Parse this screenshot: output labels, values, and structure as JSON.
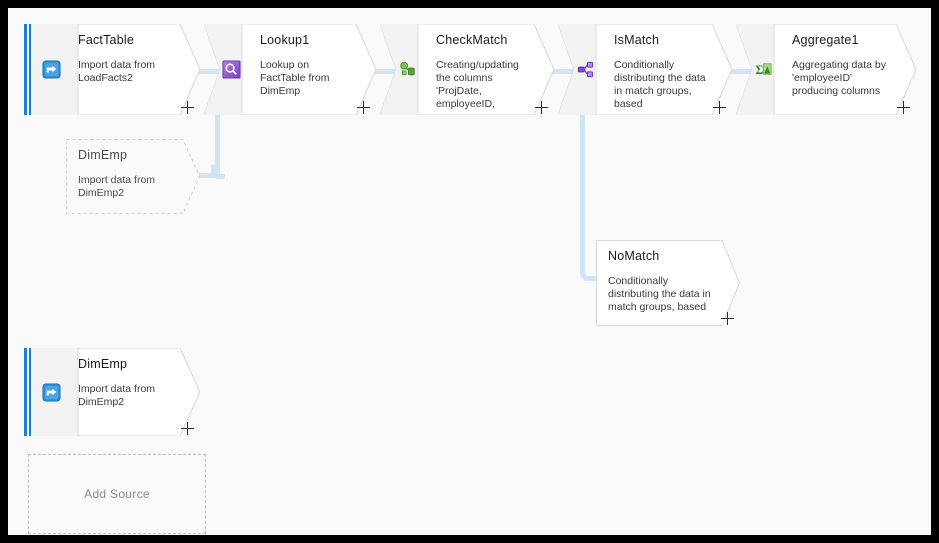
{
  "canvas": {
    "background_color": "#fafafa",
    "frame_color": "#000000",
    "connector_color": "#cfe4f7",
    "accent_color": "#1a7fd4"
  },
  "nodes": [
    {
      "id": "facttable",
      "name": "FactTable",
      "description": "Import data from LoadFacts2",
      "icon": "import-source-icon",
      "kind": "source",
      "state": "active",
      "plus_label": "+"
    },
    {
      "id": "dimemp-ghost",
      "name": "DimEmp",
      "description": "Import data from DimEmp2",
      "icon": "none",
      "kind": "source",
      "state": "ghost",
      "plus_label": ""
    },
    {
      "id": "lookup1",
      "name": "Lookup1",
      "description": "Lookup on FactTable from DimEmp",
      "icon": "lookup-icon",
      "kind": "transform",
      "state": "active",
      "plus_label": "+"
    },
    {
      "id": "checkmatch",
      "name": "CheckMatch",
      "description": "Creating/updating the columns 'ProjDate, employeeID,",
      "icon": "derived-column-icon",
      "kind": "transform",
      "state": "active",
      "plus_label": "+"
    },
    {
      "id": "ismatch",
      "name": "IsMatch",
      "description": "Conditionally distributing the data in match groups, based",
      "icon": "conditional-split-icon",
      "kind": "transform",
      "state": "active",
      "plus_label": "+"
    },
    {
      "id": "aggregate1",
      "name": "Aggregate1",
      "description": "Aggregating data by 'employeeID' producing columns",
      "icon": "aggregate-icon",
      "kind": "transform",
      "state": "active",
      "plus_label": "+"
    },
    {
      "id": "nomatch",
      "name": "NoMatch",
      "description": "Conditionally distributing the data in match groups, based",
      "icon": "none",
      "kind": "branch",
      "state": "active",
      "plus_label": "+"
    },
    {
      "id": "dimemp-source",
      "name": "DimEmp",
      "description": "Import data from DimEmp2",
      "icon": "import-source-icon",
      "kind": "source",
      "state": "active",
      "plus_label": "+"
    }
  ],
  "add_source": {
    "label": "Add Source"
  }
}
